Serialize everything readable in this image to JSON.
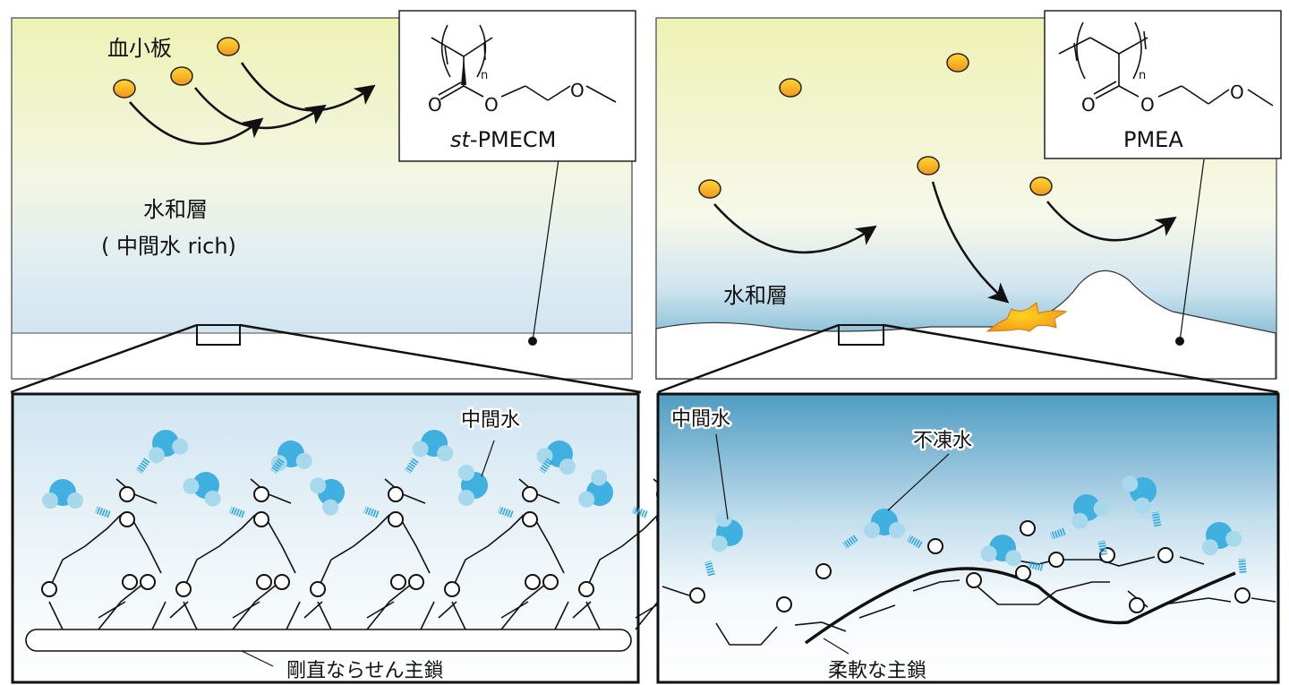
{
  "diagram": {
    "title": "Hydration layer and platelet adhesion: st-PMECM vs PMEA",
    "colors": {
      "top_gradient_start": "#eef2b4",
      "top_gradient_mid": "#f6f8e6",
      "hydration_light": "#c9e2f1",
      "hydration_dark": "#4f9dc2",
      "platelet_fill_top": "#ffd633",
      "platelet_fill_bottom": "#f29a1f",
      "water_oxygen": "#3fb0e0",
      "water_hydrogen": "#a8d8ec",
      "hbond": "#2aa6dc",
      "line": "#111111"
    },
    "left": {
      "platelet_label": "血小板",
      "hydration_label": "水和層",
      "hydration_sublabel": "( 中間水 rich)",
      "polymer_name": "st-PMECM",
      "polymer_name_prefix": "st",
      "polymer_name_suffix": "-PMECM",
      "structure_subscript": "n",
      "structure_atoms": [
        "O",
        "O",
        "O"
      ],
      "detail": {
        "water_label": "中間水",
        "backbone_label": "剛直ならせん主鎖"
      }
    },
    "right": {
      "hydration_label": "水和層",
      "polymer_name": "PMEA",
      "structure_subscript": "n",
      "structure_atoms": [
        "O",
        "O",
        "O"
      ],
      "detail": {
        "intermediate_water_label": "中間水",
        "nonfreezing_water_label": "不凍水",
        "backbone_label": "柔軟な主鎖"
      }
    }
  }
}
